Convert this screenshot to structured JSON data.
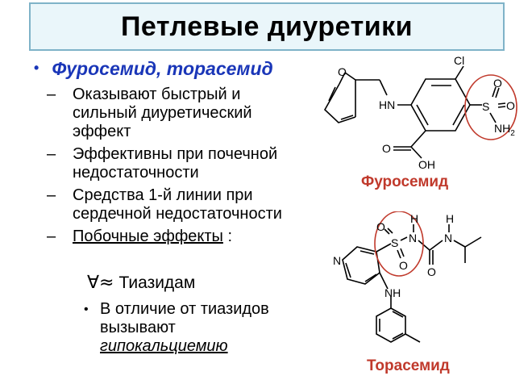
{
  "title": "Петлевые диуретики",
  "main_bullet": "Фуросемид, торасемид",
  "sub_items": [
    "Оказывают быстрый и сильный диуретический эффект",
    "Эффективны при почечной недостаточности",
    "Средства 1-й линии при сердечной недостаточности",
    "Побочные эффекты"
  ],
  "side_effects_colon": " :",
  "approx_symbols": "∀≈",
  "approx_text": "Тиазидам",
  "nested_bullet": {
    "prefix": "В отличие от тиазидов вызывают",
    "emphasis": "гипокальциемию"
  },
  "furosemide": {
    "label": "Фуросемид",
    "atoms": {
      "o_furan": "O",
      "cl": "Cl",
      "hn": "HN",
      "s": "S",
      "o_top": "O",
      "o_bottom": "O",
      "nh2": "NH",
      "nh2_sub": "2",
      "o_acid": "O",
      "oh": "OH"
    }
  },
  "torasemide": {
    "label": "Торасемид",
    "atoms": {
      "h1": "H",
      "h2": "H",
      "n_sulf": "N",
      "n_urea": "N",
      "s": "S",
      "o_left": "O",
      "o_bottom": "O",
      "o_urea": "O",
      "n_pyr": "N",
      "nh_top": "N",
      "nh_h": "H"
    }
  },
  "colors": {
    "accent": "#1a36b8",
    "label_red": "#c0392b",
    "circle": "#c0392b",
    "title_bg": "#eaf6fa",
    "title_border": "#7fb3c8"
  }
}
